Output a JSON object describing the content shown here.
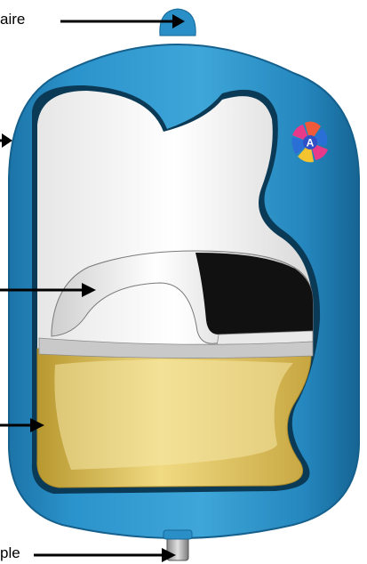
{
  "labels": {
    "air_valve": "aire",
    "water_connection": "ple"
  },
  "logo": {
    "letter": "A",
    "colors": [
      "#ef5a3a",
      "#e83a8a",
      "#2a6fd6",
      "#f4c430"
    ]
  },
  "colors": {
    "tank_blue": "#2a8fc6",
    "tank_blue_dark": "#16679a",
    "air_chamber": "#f2f2f2",
    "diaphragm_dark": "#111111",
    "water_chamber": "#d8bc56",
    "arrow": "#000000"
  },
  "icons": [
    "right-arrow-icon",
    "logo-icon"
  ]
}
